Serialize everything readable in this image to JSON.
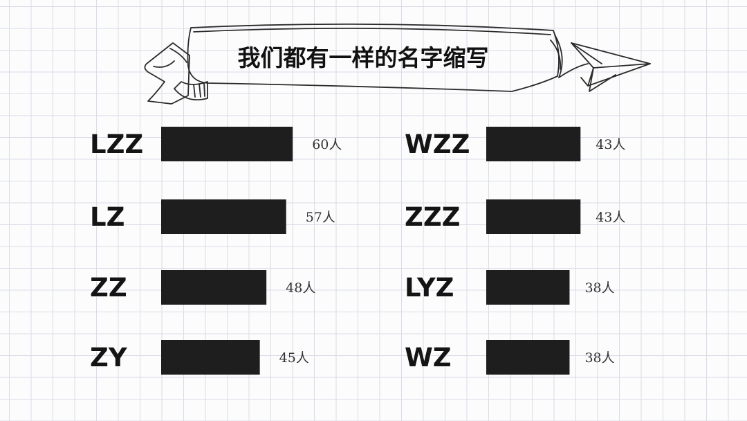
{
  "chart_data": {
    "type": "bar",
    "title": "我们都有一样的名字缩写",
    "unit_suffix": "人",
    "columns": [
      {
        "categories": [
          "LZZ",
          "LZ",
          "ZZ",
          "ZY"
        ],
        "values": [
          60,
          57,
          48,
          45
        ]
      },
      {
        "categories": [
          "WZZ",
          "ZZZ",
          "LYZ",
          "WZ"
        ],
        "values": [
          43,
          43,
          38,
          38
        ]
      }
    ],
    "bar_color": "#1e1e1e",
    "grid": true
  }
}
